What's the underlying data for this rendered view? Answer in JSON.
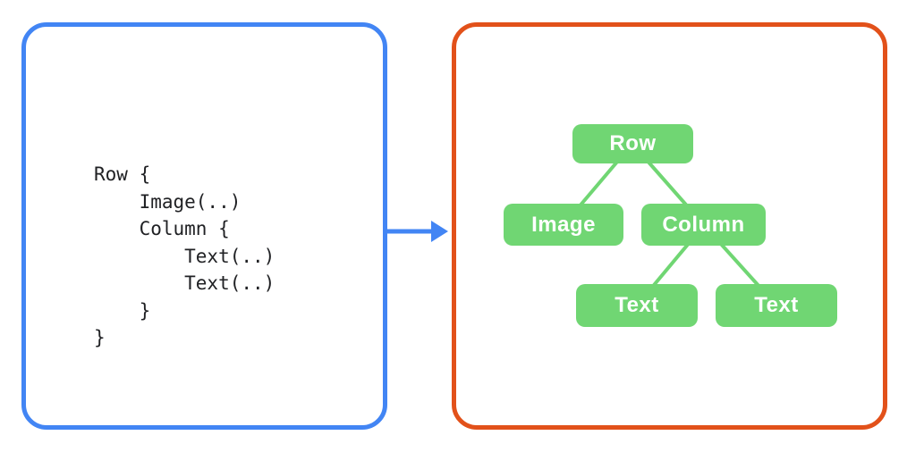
{
  "code_panel": {
    "description": "code-snippet-panel",
    "border_color": "#4285F4",
    "text_color": "#202124",
    "lines": [
      "Row {",
      "    Image(..)",
      "    Column {",
      "        Text(..)",
      "        Text(..)",
      "    }",
      "}"
    ]
  },
  "arrow": {
    "direction": "right",
    "color": "#4285F4"
  },
  "tree_panel": {
    "description": "ui-tree-panel",
    "border_color": "#E2511A",
    "node_fill_color": "#70D673",
    "node_text_color": "#FFFFFF",
    "connector_color": "#70D673",
    "nodes": [
      {
        "id": "row",
        "label": "Row",
        "parent": null
      },
      {
        "id": "image",
        "label": "Image",
        "parent": "row"
      },
      {
        "id": "column",
        "label": "Column",
        "parent": "row"
      },
      {
        "id": "text-1",
        "label": "Text",
        "parent": "column"
      },
      {
        "id": "text-2",
        "label": "Text",
        "parent": "column"
      }
    ],
    "edges": [
      [
        "row",
        "image"
      ],
      [
        "row",
        "column"
      ],
      [
        "column",
        "text-1"
      ],
      [
        "column",
        "text-2"
      ]
    ]
  }
}
